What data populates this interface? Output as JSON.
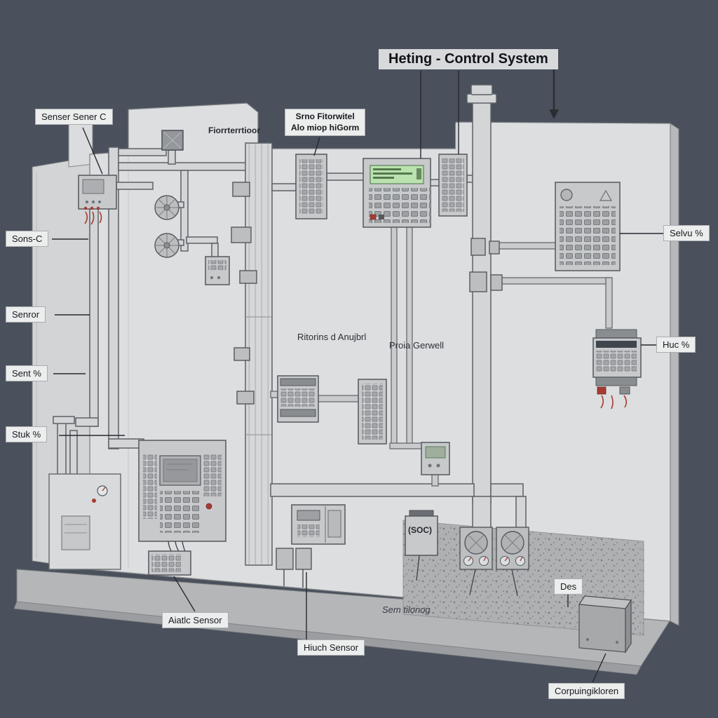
{
  "title": "Heting - Control System",
  "labels": {
    "senser_sener_c": "Senser Sener C",
    "sons_c": "Sons-C",
    "senror": "Senror",
    "sent_pct": "Sent %",
    "stuk_pct": "Stuk %",
    "fiorrterrtioor": "Fiorrterrtioor",
    "srno_line1": "Srno Fitorwitel",
    "srno_line2": "Alo miop hiGorm",
    "ritorins_d_anujbrl": "Ritorins d Anujbrl",
    "proia_gerwell": "Proia Gerwell",
    "selvu_pct": "Selvu %",
    "huc_pct": "Huc %",
    "soc": "(SOC)",
    "des": "Des",
    "aiatlc_sensor": "Aiatlc Sensor",
    "hiuch_sensor": "Hiuch Sensor",
    "sem_tilonog": "Sem tilonog",
    "corpuingikloren": "Corpuingikloren"
  },
  "colors": {
    "background": "#4a515c",
    "wall": "#dcdee0",
    "wall_side": "#b6b8ba",
    "floor": "#b4b6b8",
    "texture_band": "#aeb0b2",
    "equipment": "#c7c9cb",
    "display_green": "#b9e2ae",
    "label_background": "#eceded",
    "label_text": "#16191d",
    "accent_red": "#a83a33",
    "leader_line": "#262a2f"
  }
}
